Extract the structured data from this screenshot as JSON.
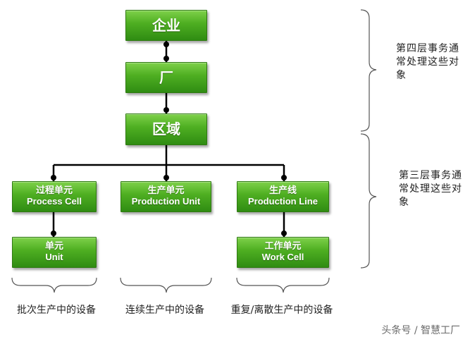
{
  "diagram": {
    "nodes": {
      "enterprise": {
        "cn": "企业"
      },
      "site": {
        "cn": "厂"
      },
      "area": {
        "cn": "区域"
      },
      "process_cell": {
        "cn": "过程单元",
        "en": "Process Cell"
      },
      "production_unit": {
        "cn": "生产单元",
        "en": "Production Unit"
      },
      "production_line": {
        "cn": "生产线",
        "en": "Production Line"
      },
      "unit": {
        "cn": "单元",
        "en": "Unit"
      },
      "work_cell": {
        "cn": "工作单元",
        "en": "Work Cell"
      }
    },
    "side_labels": [
      {
        "text": "第四层事务通常处理这些对象"
      },
      {
        "text": "第三层事务通常处理这些对象"
      }
    ],
    "bottom_labels": [
      {
        "text": "批次生产中的设备"
      },
      {
        "text": "连续生产中的设备"
      },
      {
        "text": "重复/离散生产中的设备"
      }
    ]
  },
  "watermark": "头条号 / 智慧工厂",
  "colors": {
    "node_fill_top": "#7ed14a",
    "node_fill_bottom": "#2f8c12",
    "connector": "#000000"
  }
}
